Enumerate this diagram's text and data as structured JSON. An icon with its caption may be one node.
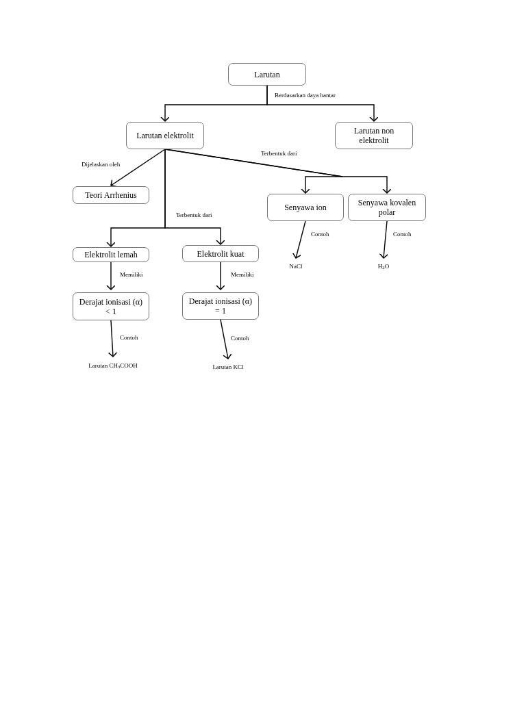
{
  "diagram": {
    "nodes": [
      {
        "text": [
          "Larutan"
        ]
      },
      {
        "text": [
          "Larutan elektrolit"
        ]
      },
      {
        "text": [
          "Larutan non elektrolit"
        ]
      },
      {
        "text": [
          "Teori Arrhenius"
        ]
      },
      {
        "text": [
          "Senyawa ion"
        ]
      },
      {
        "text": [
          "Senyawa kovalen polar"
        ]
      },
      {
        "text": [
          "Elektrolit lemah"
        ]
      },
      {
        "text": [
          "Elektrolit kuat"
        ]
      },
      {
        "text": [
          "Derajat ionisasi (α) < 1"
        ]
      },
      {
        "text": [
          "Derajat ionisasi (α) = 1"
        ]
      },
      {
        "text": [
          "NaCl"
        ]
      },
      {
        "text": [
          "H$_{2}$O"
        ]
      },
      {
        "text": [
          "Larutan CH$_{3}$COOH"
        ]
      },
      {
        "text": [
          "Larutan KCl"
        ]
      }
    ],
    "edges": [
      {
        "from": 0,
        "to": 1,
        "arrow": "to",
        "label": "Berdasarkan daya hantar"
      },
      {
        "from": 0,
        "to": 2,
        "arrow": "to"
      },
      {
        "from": 1,
        "to": 3,
        "arrow": "to",
        "label": "Dijelaskan oleh"
      },
      {
        "from": 1,
        "to": 4,
        "arrow": "to",
        "label": "Terbentuk dari"
      },
      {
        "from": 1,
        "to": 5,
        "arrow": "to"
      },
      {
        "from": 1,
        "to": 6,
        "arrow": "to",
        "label": "Terbentuk dari"
      },
      {
        "from": 1,
        "to": 7,
        "arrow": "to"
      },
      {
        "from": 4,
        "to": 10,
        "arrow": "to",
        "label": "Contoh"
      },
      {
        "from": 5,
        "to": 11,
        "arrow": "to",
        "label": "Contoh"
      },
      {
        "from": 6,
        "to": 8,
        "arrow": "to",
        "label": "Memiliki"
      },
      {
        "from": 7,
        "to": 9,
        "arrow": "to",
        "label": "Memiliki"
      },
      {
        "from": 8,
        "to": 12,
        "arrow": "to",
        "label": "Contoh"
      },
      {
        "from": 9,
        "to": 13,
        "arrow": "to",
        "label": "Contoh"
      }
    ]
  }
}
